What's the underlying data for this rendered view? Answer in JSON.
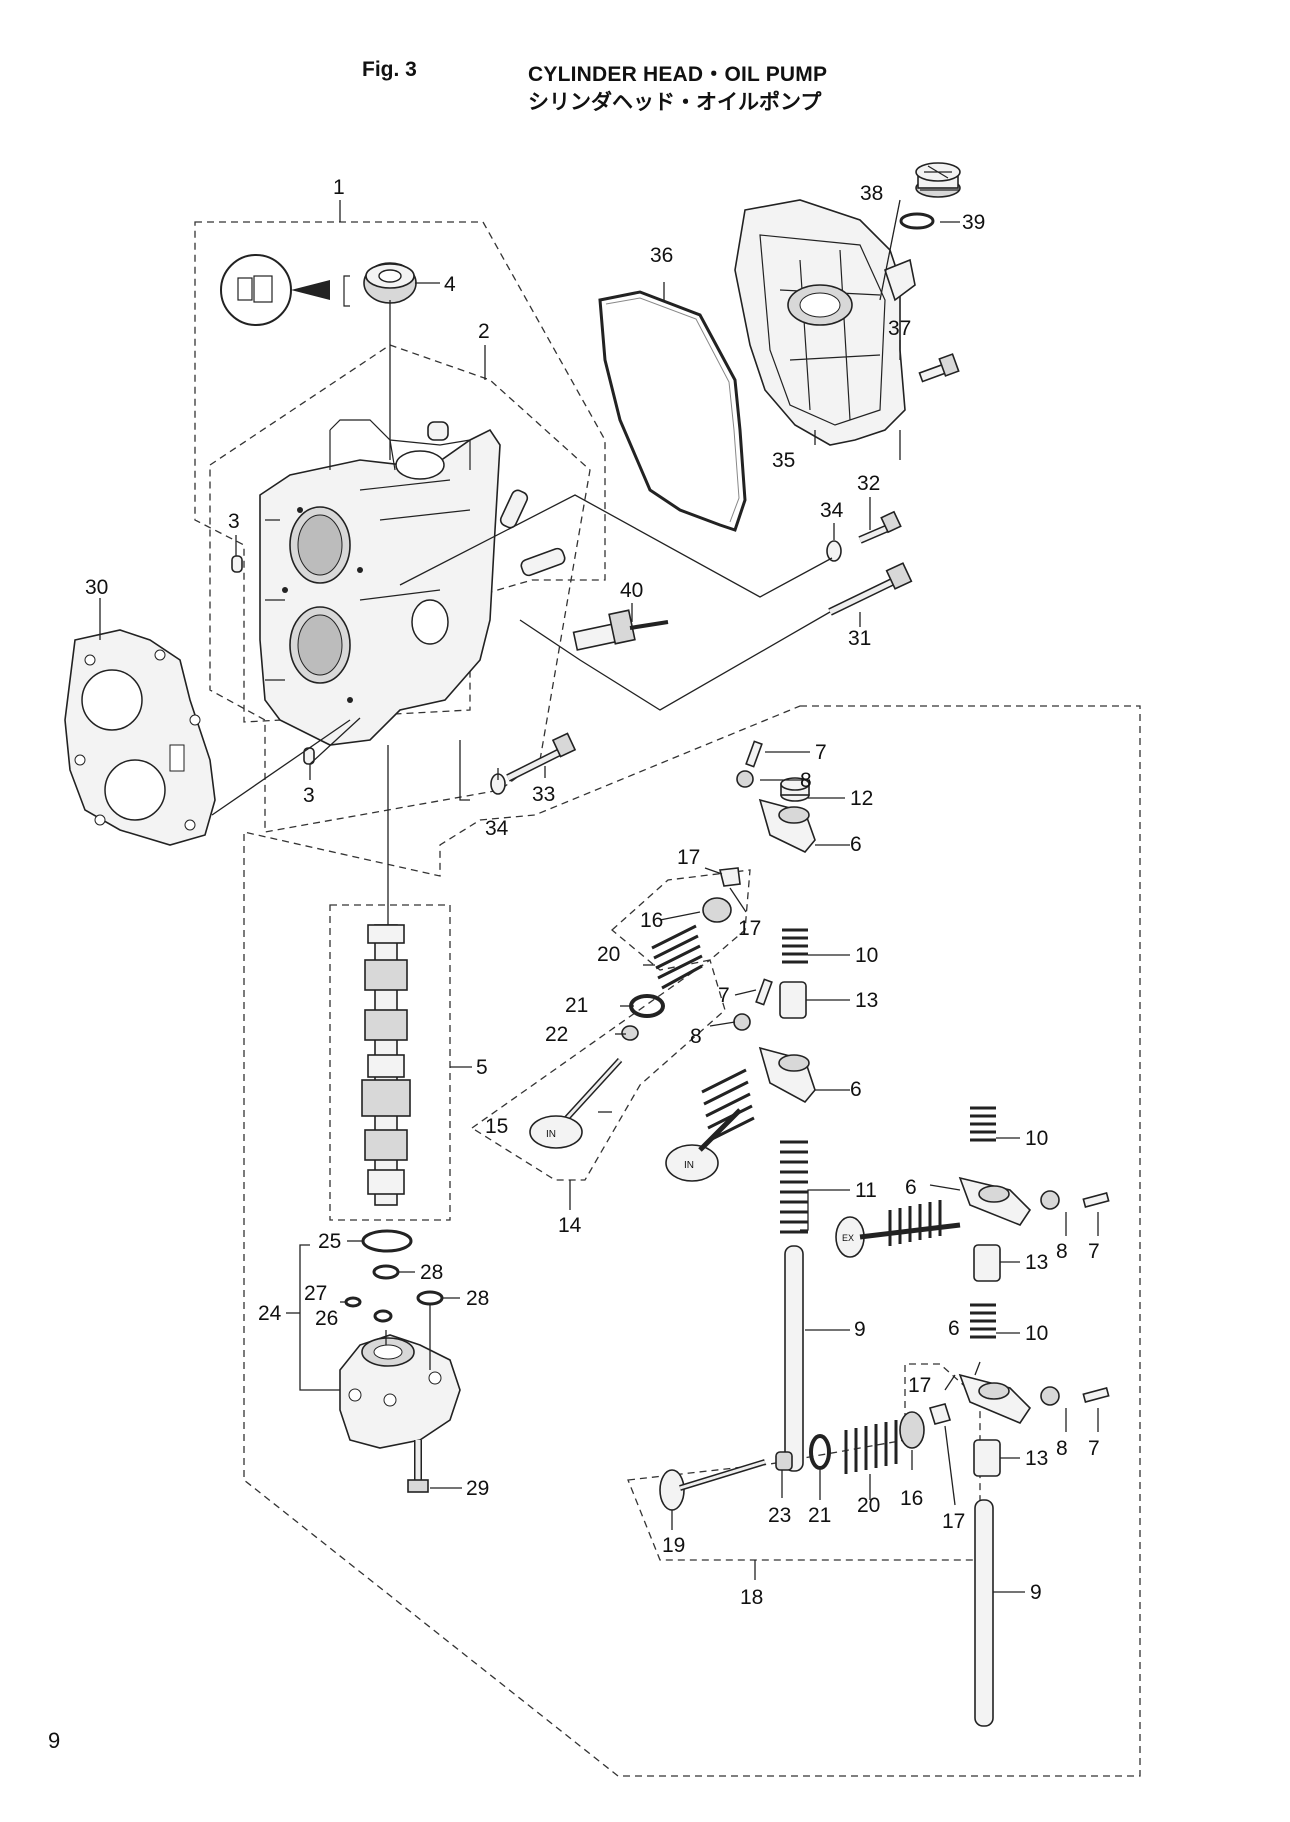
{
  "header": {
    "figure_number": "Fig. 3",
    "title_en": "CYLINDER HEAD・OIL PUMP",
    "title_jp": "シリンダヘッド・オイルポンプ"
  },
  "page_number": "9",
  "callouts": {
    "c1": "1",
    "c2": "2",
    "c3a": "3",
    "c3b": "3",
    "c4": "4",
    "c5": "5",
    "c6a": "6",
    "c6b": "6",
    "c6c": "6",
    "c6d": "6",
    "c7a": "7",
    "c7b": "7",
    "c7c": "7",
    "c7d": "7",
    "c8a": "8",
    "c8b": "8",
    "c8c": "8",
    "c8d": "8",
    "c9a": "9",
    "c9b": "9",
    "c10a": "10",
    "c10b": "10",
    "c10c": "10",
    "c11": "11",
    "c12": "12",
    "c13a": "13",
    "c13b": "13",
    "c13c": "13",
    "c14": "14",
    "c15": "15",
    "c16a": "16",
    "c16b": "16",
    "c17a": "17",
    "c17b": "17",
    "c17c": "17",
    "c17d": "17",
    "c18": "18",
    "c19": "19",
    "c20a": "20",
    "c20b": "20",
    "c21a": "21",
    "c21b": "21",
    "c22": "22",
    "c23": "23",
    "c24": "24",
    "c25": "25",
    "c26": "26",
    "c27": "27",
    "c28a": "28",
    "c28b": "28",
    "c29": "29",
    "c30": "30",
    "c31": "31",
    "c32": "32",
    "c33": "33",
    "c34a": "34",
    "c34b": "34",
    "c35": "35",
    "c36": "36",
    "c37": "37",
    "c38": "38",
    "c39": "39",
    "c40": "40"
  },
  "valve_marks": {
    "intake_a": "IN",
    "intake_b": "IN",
    "exhaust": "EX"
  }
}
